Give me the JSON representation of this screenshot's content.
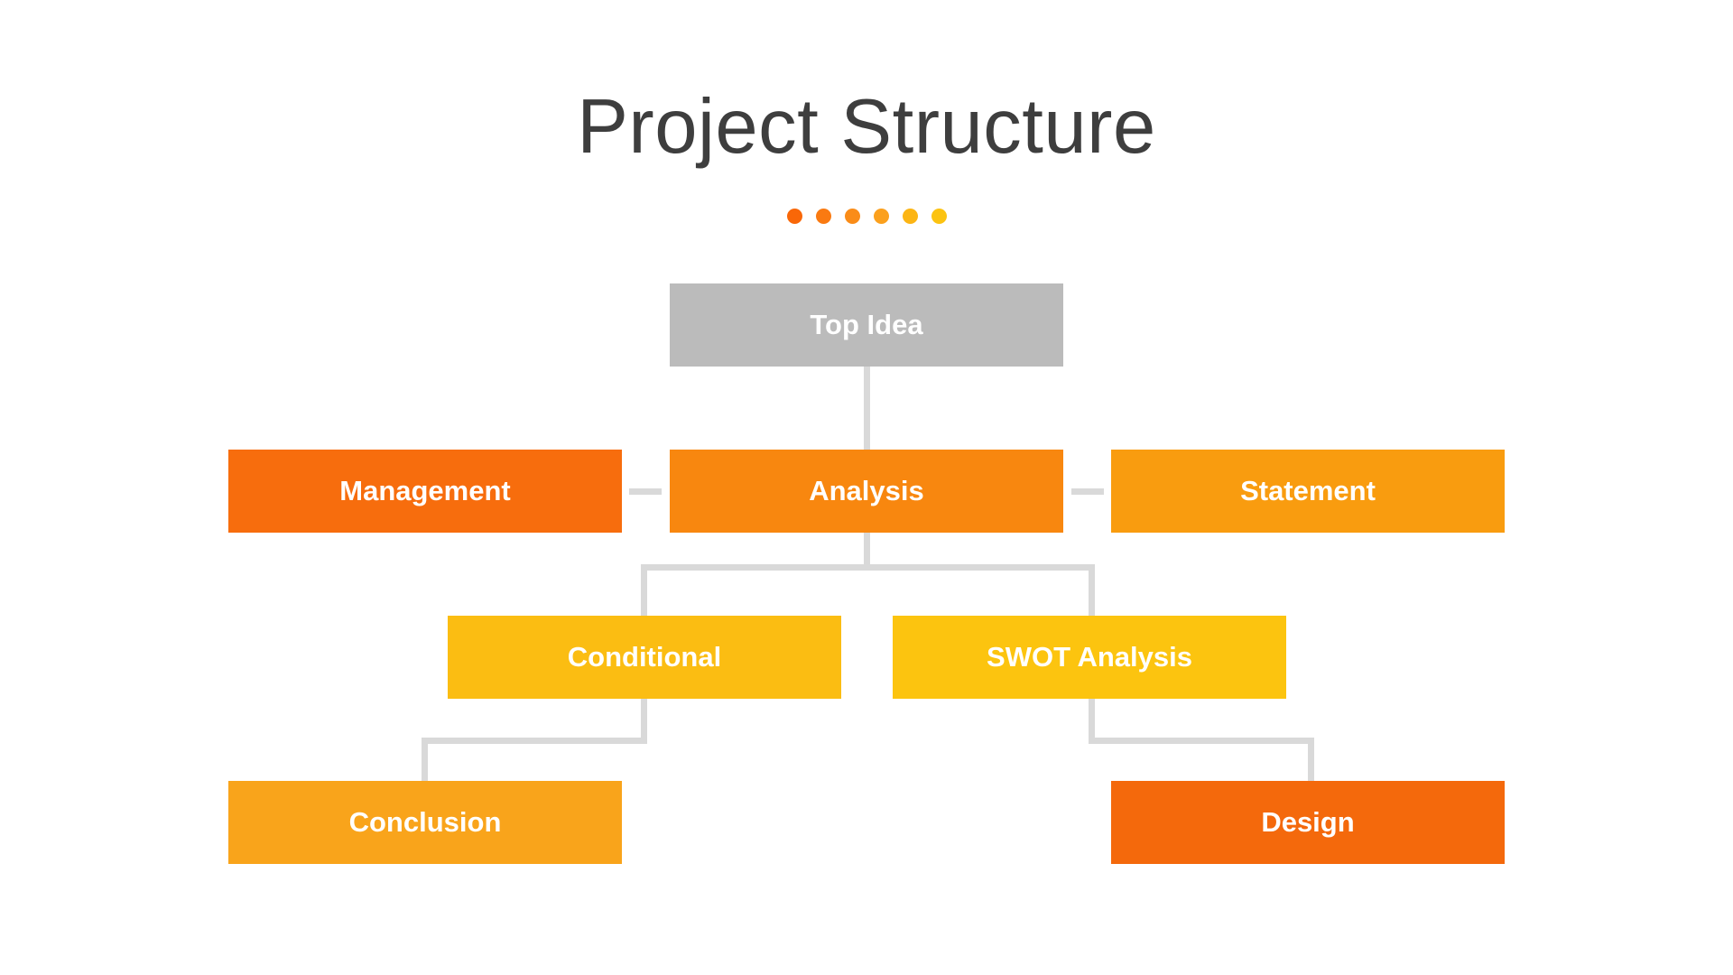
{
  "title": "Project Structure",
  "decoration": {
    "dots": [
      "#F96708",
      "#FA7A11",
      "#FA8C18",
      "#FBA01D",
      "#FCB514",
      "#FCC311"
    ]
  },
  "diagram": {
    "type": "org-chart",
    "connector_color": "#D9D9D9",
    "node_text_color": "#FFFFFF",
    "nodes": {
      "top_idea": {
        "label": "Top Idea",
        "color": "#BBBBBB"
      },
      "management": {
        "label": "Management",
        "color": "#F76D0D"
      },
      "analysis": {
        "label": "Analysis",
        "color": "#F8870F"
      },
      "statement": {
        "label": "Statement",
        "color": "#F99C0F"
      },
      "conditional": {
        "label": "Conditional",
        "color": "#FBBD12"
      },
      "swot": {
        "label": "SWOT Analysis",
        "color": "#FCC40F"
      },
      "conclusion": {
        "label": "Conclusion",
        "color": "#F9A41B"
      },
      "design": {
        "label": "Design",
        "color": "#F4690C"
      }
    },
    "edges": [
      {
        "from": "Top Idea",
        "to": "Analysis"
      },
      {
        "from": "Analysis",
        "to": "Management"
      },
      {
        "from": "Analysis",
        "to": "Statement"
      },
      {
        "from": "Analysis",
        "to": "Conditional"
      },
      {
        "from": "Analysis",
        "to": "SWOT Analysis"
      },
      {
        "from": "Conditional",
        "to": "Conclusion"
      },
      {
        "from": "SWOT Analysis",
        "to": "Design"
      }
    ]
  }
}
